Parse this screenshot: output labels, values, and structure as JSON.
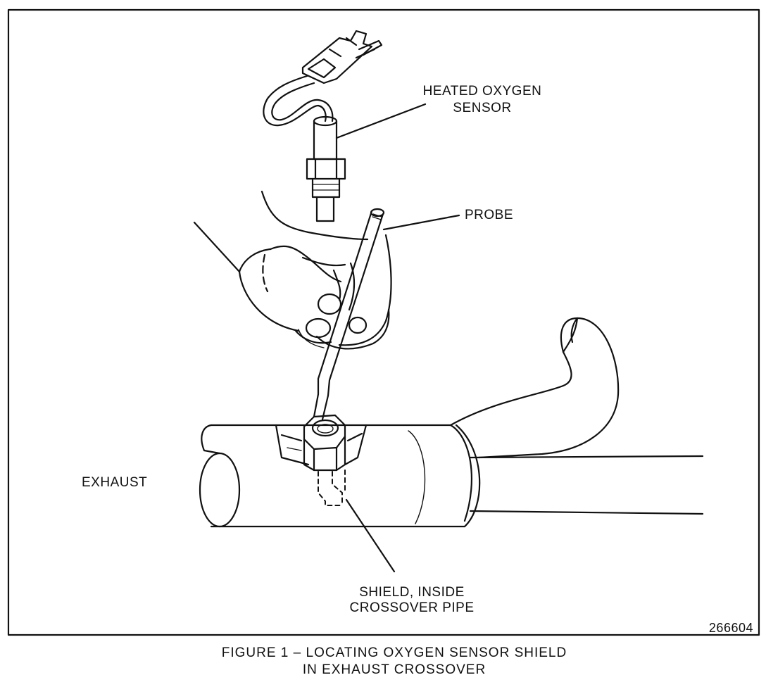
{
  "labels": {
    "sensor_line1": "HEATED OXYGEN",
    "sensor_line2": "SENSOR",
    "probe": "PROBE",
    "exhaust": "EXHAUST",
    "shield_line1": "SHIELD, INSIDE",
    "shield_line2": "CROSSOVER PIPE",
    "figure_number": "266604"
  },
  "caption": {
    "line1": "FIGURE 1 – LOCATING OXYGEN SENSOR SHIELD",
    "line2": "IN EXHAUST CROSSOVER"
  }
}
